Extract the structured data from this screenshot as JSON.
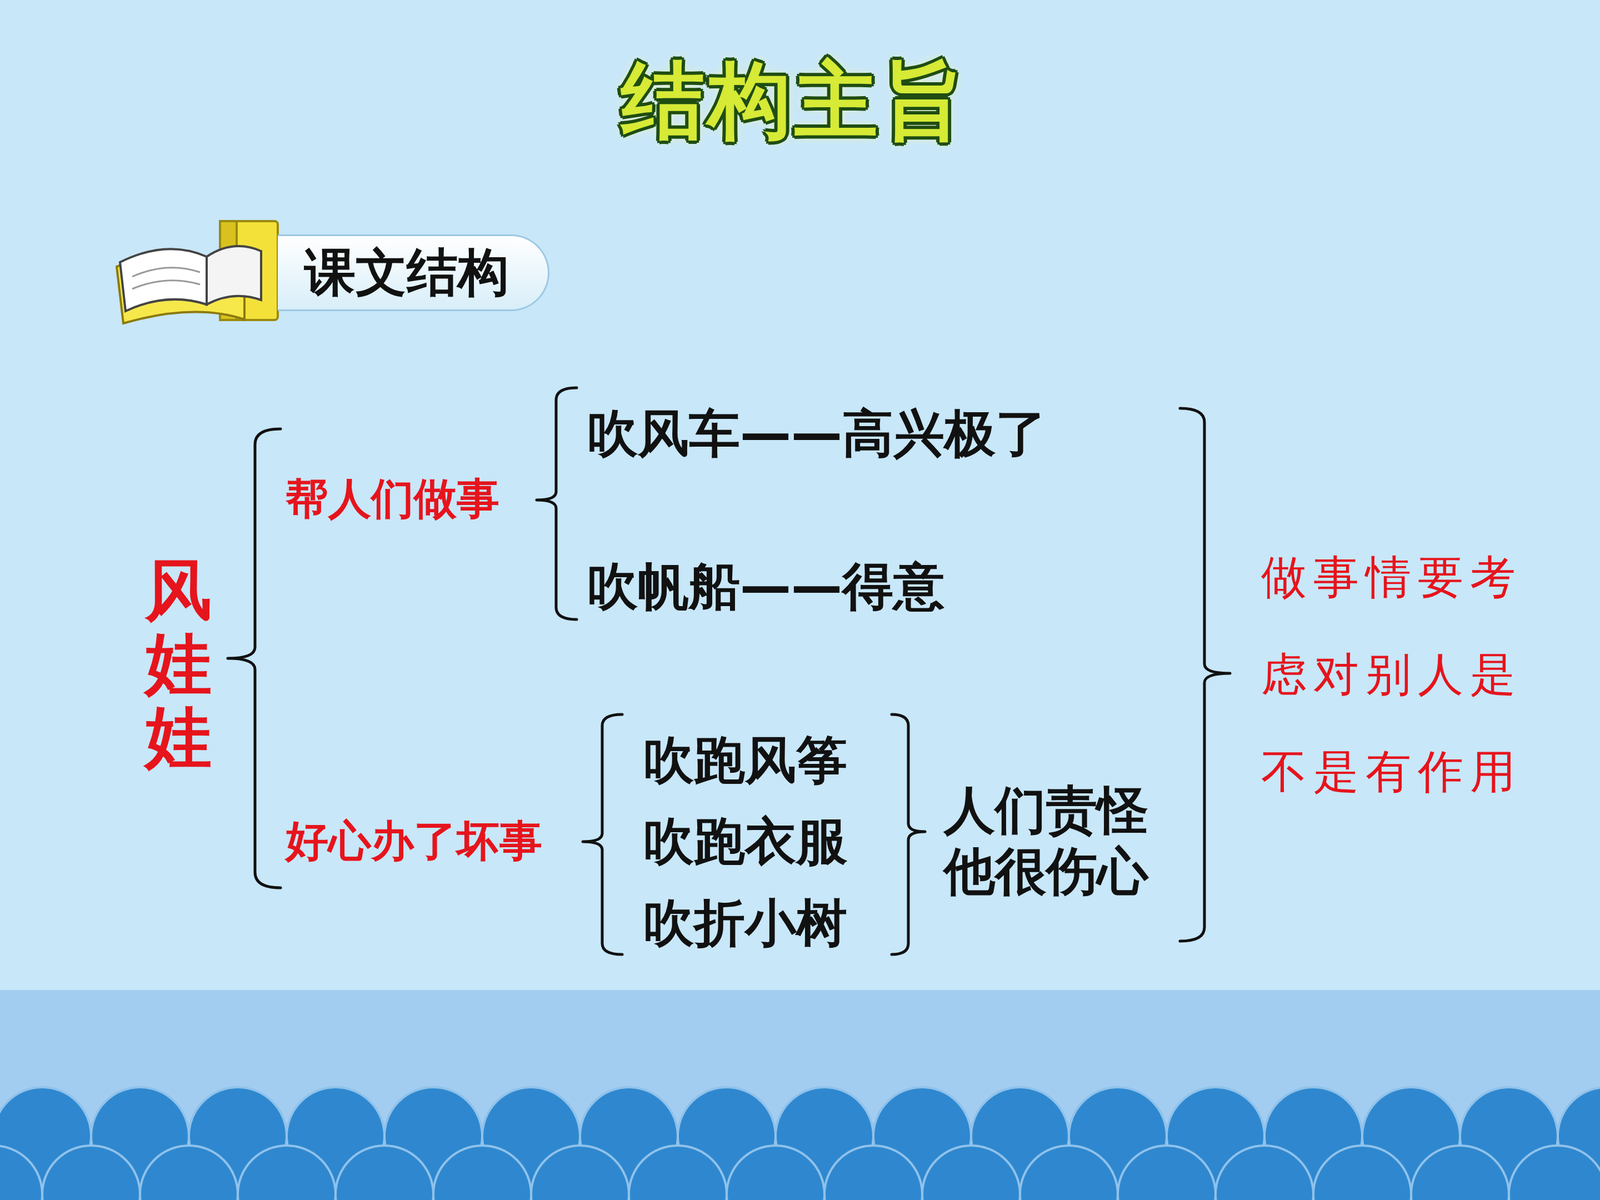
{
  "diagram": {
    "title": "结构主旨",
    "nodes": [
      {
        "text": [
          "课文结构"
        ]
      }
    ],
    "labels": [
      "风娃娃",
      "帮人们做事",
      "吹风车——高兴极了",
      "吹帆船——得意",
      "好心办了坏事",
      "吹跑风筝",
      "吹跑衣服",
      "吹折小树",
      "人们责怪 他很伤心",
      "做事情要考虑对别人是不是有作用"
    ]
  }
}
